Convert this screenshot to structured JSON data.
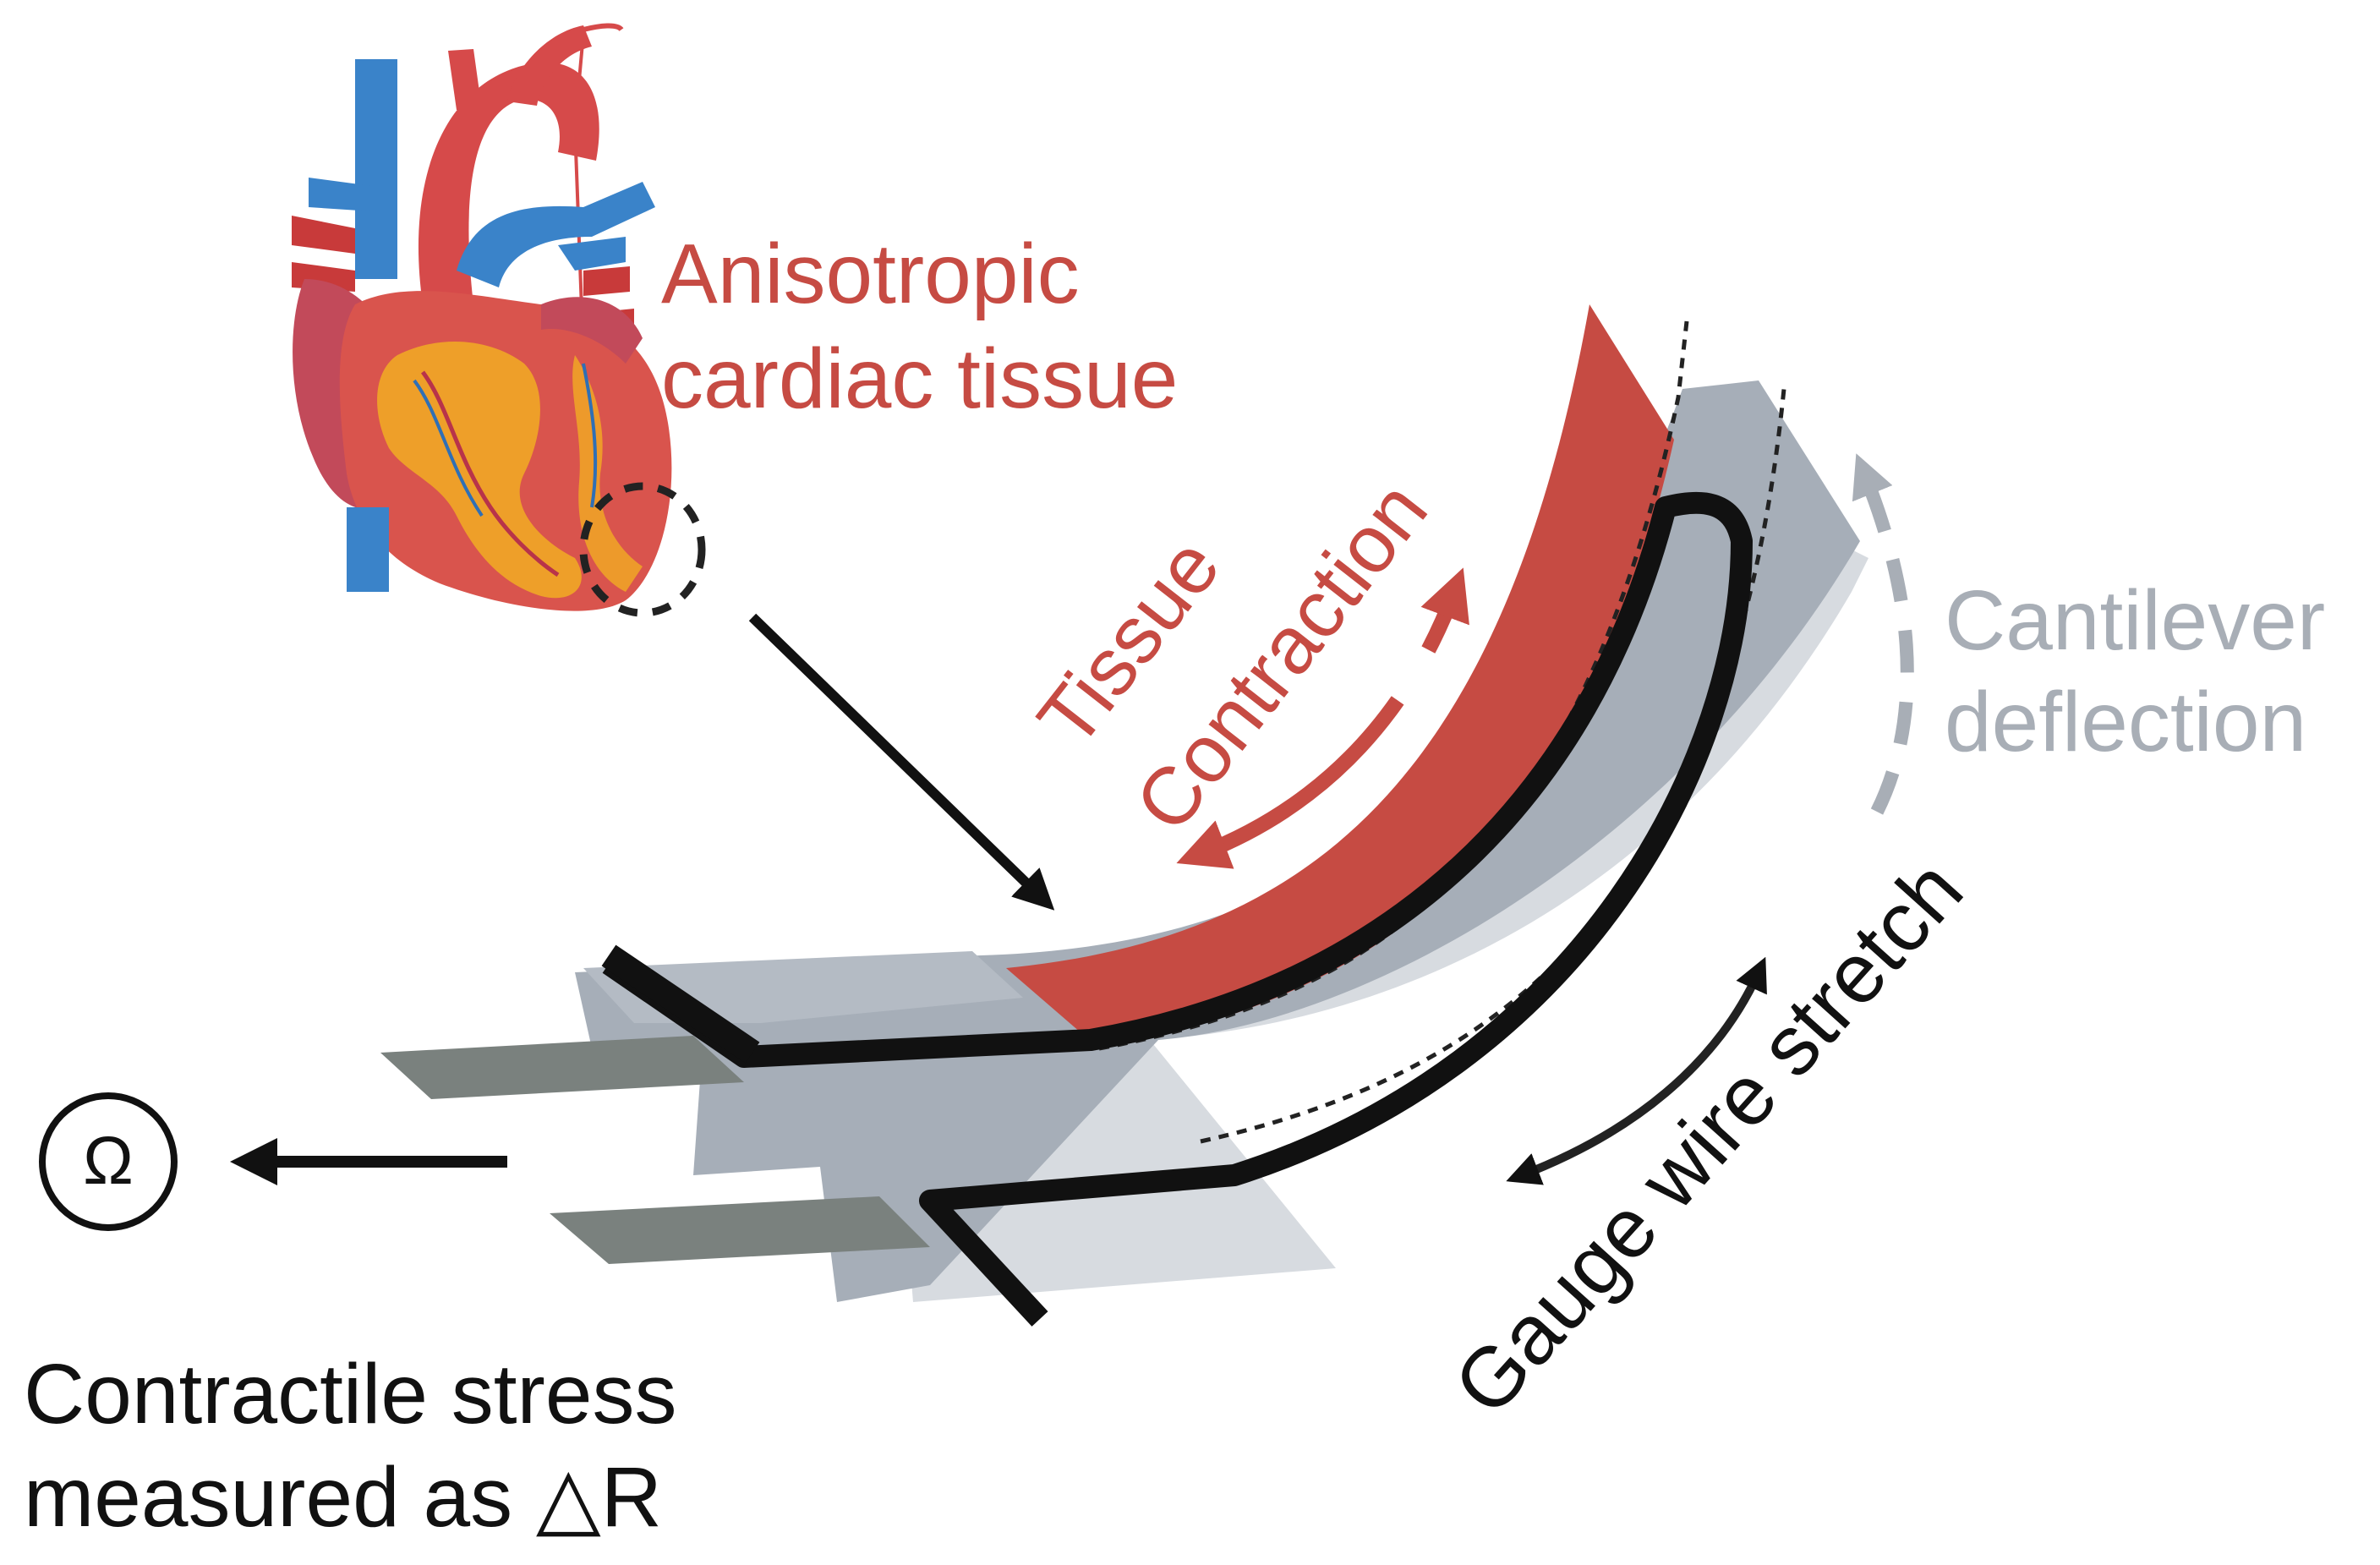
{
  "labels": {
    "anisotropic_line1": "Anisotropic",
    "anisotropic_line2": "cardiac tissue",
    "tissue": "Tissue",
    "contraction": "Contraction",
    "cantilever_line1": "Cantilever",
    "cantilever_line2": "deflection",
    "gauge_wire": "Gauge wire stretch",
    "ohm_symbol": "Ω",
    "stress_line1": "Contractile stress",
    "stress_line2": "measured as △R"
  },
  "colors": {
    "tissue_red": "#c64b43",
    "cantilever_dark": "#a6aeb8",
    "cantilever_light": "#d7dbe0",
    "gauge_wire": "#111111",
    "contact_pad": "#7a817e",
    "label_gray": "#a8aeb6",
    "text_black": "#111111",
    "vein_blue": "#3a83c9",
    "heart_red": "#d04a4a",
    "fat_yellow": "#f0a726"
  },
  "icons": {
    "heart": "heart-illustration",
    "resistance": "ohmmeter-icon"
  }
}
